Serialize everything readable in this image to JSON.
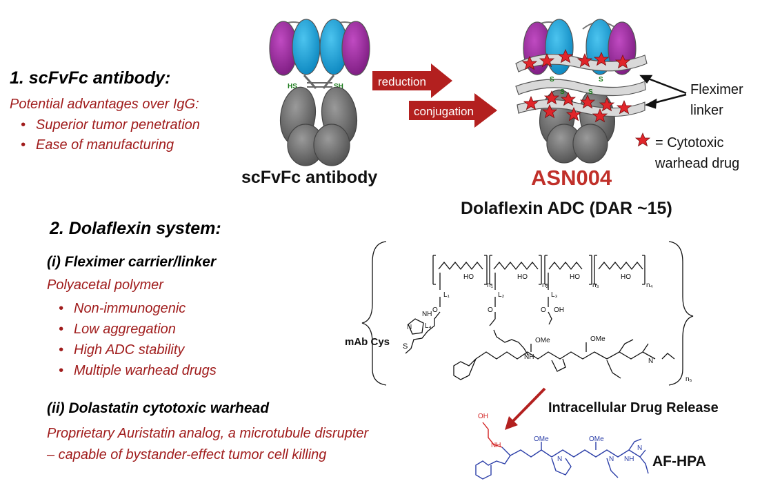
{
  "section1": {
    "heading": "1. scFvFc antibody:",
    "subheading": "Potential advantages over IgG:",
    "bullets": [
      "Superior tumor penetration",
      "Ease of manufacturing"
    ]
  },
  "figure": {
    "antibody_label": "scFvFc antibody",
    "hs_left": "HS",
    "sh_right": "SH",
    "arrow_reduction": "reduction",
    "arrow_conjugation": "conjugation",
    "s_label": "S",
    "adc_name": "ASN004",
    "adc_subtitle": "Dolaflexin ADC (DAR ~15)",
    "fleximer_label_line1": "Fleximer",
    "fleximer_label_line2": "linker",
    "legend_line1": "= Cytotoxic",
    "legend_line2": "warhead drug"
  },
  "section2": {
    "heading": "2. Dolaflexin system:",
    "sub_i_heading": "(i) Fleximer carrier/linker",
    "sub_i_desc": "Polyacetal polymer",
    "sub_i_bullets": [
      "Non-immunogenic",
      "Low aggregation",
      "High ADC stability",
      "Multiple warhead drugs"
    ],
    "sub_ii_heading": "(ii) Dolastatin cytotoxic warhead",
    "sub_ii_line1": "Proprietary Auristatin analog, a microtubule disrupter",
    "sub_ii_line2": "– capable of bystander-effect tumor cell killing"
  },
  "chemistry": {
    "mab_cys": "mAb Cys",
    "s": "S",
    "ho": "HO",
    "oh": "OH",
    "o": "O",
    "n": "N",
    "nh": "NH",
    "ome": "OMe",
    "n1": "n₁",
    "n2": "n₂",
    "n3": "n₃",
    "n4": "n₄",
    "n5": "n₅",
    "l1": "L₁",
    "l2": "L₂",
    "l3": "L₃",
    "l4": "L₄",
    "release_label": "Intracellular Drug Release",
    "product_name": "AF-HPA"
  },
  "colors": {
    "red_text": "#a01c1c",
    "asn_red": "#c0302a",
    "arrow_red": "#b3201f",
    "purple": "#9b2a9c",
    "cyan": "#1aa2d8",
    "gray": "#6b6b6b",
    "blue_struct": "#2c3fa8"
  }
}
